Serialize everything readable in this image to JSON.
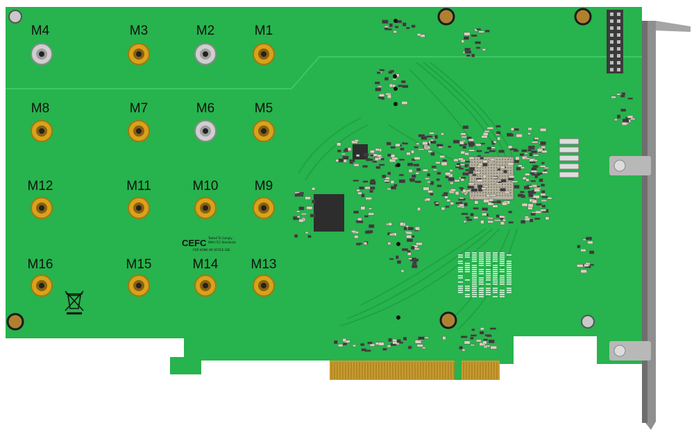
{
  "slots": [
    {
      "label": "M4"
    },
    {
      "label": "M3"
    },
    {
      "label": "M2"
    },
    {
      "label": "M1"
    },
    {
      "label": "M8"
    },
    {
      "label": "M7"
    },
    {
      "label": "M6"
    },
    {
      "label": "M5"
    },
    {
      "label": "M12"
    },
    {
      "label": "M11"
    },
    {
      "label": "M10"
    },
    {
      "label": "M9"
    },
    {
      "label": "M16"
    },
    {
      "label": "M15"
    },
    {
      "label": "M14"
    },
    {
      "label": "M13"
    }
  ],
  "marks": {
    "ce_fc": "CEFC",
    "ce_note_1": "Tested To Comply",
    "ce_note_2": "With FCC Standards",
    "ce_note_3": "FOR HOME OR OFFICE USE"
  },
  "colors": {
    "board": "#27b34d",
    "board_dark": "#1e9a40",
    "gold": "#d9a21a",
    "silver": "#c8c8c8",
    "bracket": "#8a8a8a"
  }
}
